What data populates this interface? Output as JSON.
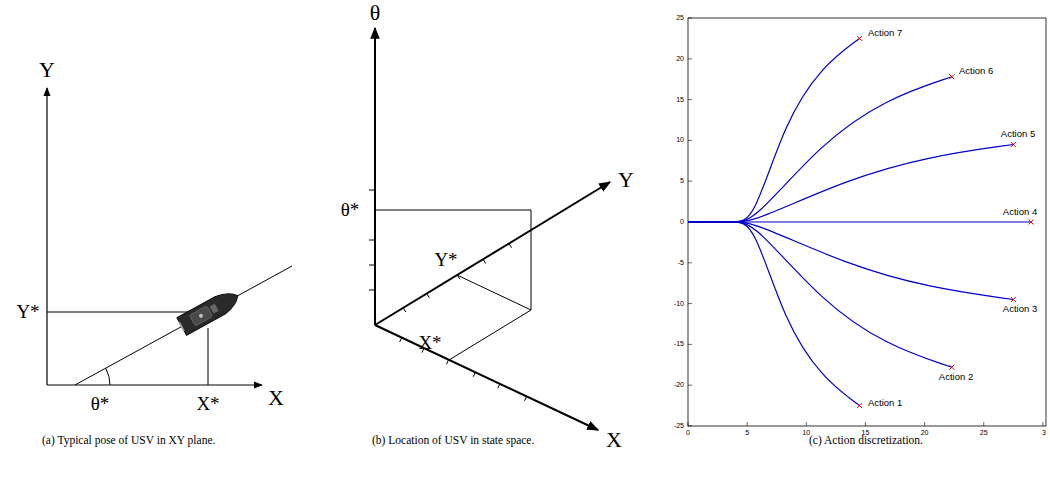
{
  "diagram": {
    "labels": [
      "Y",
      "Y*",
      "X",
      "θ*",
      "X*",
      "(a) Typical pose of USV in XY plane.",
      "θ",
      "θ*",
      "Y",
      "Y*",
      "X*",
      "X",
      "(b) Location of USV in state space.",
      "25",
      "20",
      "15",
      "10",
      "5",
      "0",
      "-5",
      "-10",
      "-15",
      "-20",
      "-25",
      "0",
      "5",
      "10",
      "15",
      "20",
      "25",
      "3",
      "Action 7",
      "Action 6",
      "Action 5",
      "Action 4",
      "Action 3",
      "Action 2",
      "Action 1",
      "(c) Action discretization."
    ]
  }
}
